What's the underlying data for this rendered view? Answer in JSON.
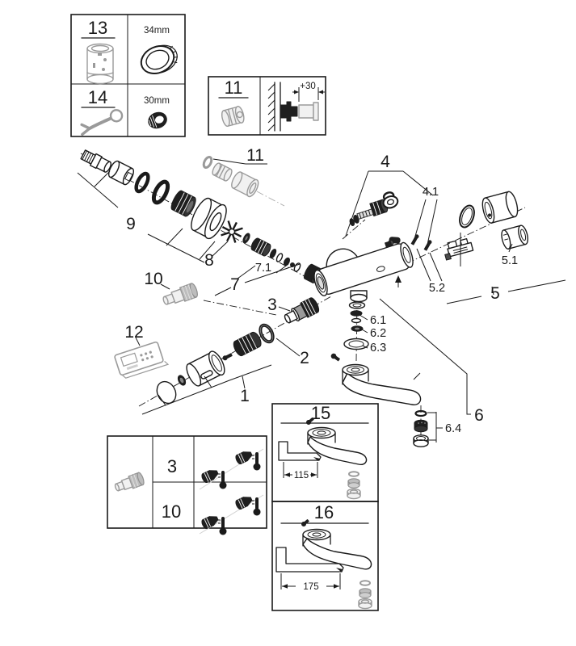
{
  "document": {
    "kind": "exploded-parts-diagram",
    "background": "#ffffff",
    "line_color": "#1a1a1a",
    "gray_part_color": "#9a9a9a"
  },
  "callouts": {
    "c1": "1",
    "c2": "2",
    "c3": "3",
    "c4": "4",
    "c4_1": "4.1",
    "c5": "5",
    "c5_1": "5.1",
    "c5_2": "5.2",
    "c6": "6",
    "c6_1": "6.1",
    "c6_2": "6.2",
    "c6_3": "6.3",
    "c6_4": "6.4",
    "c7": "7",
    "c7_1": "7.1",
    "c8": "8",
    "c9": "9",
    "c10": "10",
    "c11": "11",
    "c12": "12"
  },
  "insets": {
    "tools_box": {
      "part_13": "13",
      "part_13_size": "34mm",
      "part_14": "14",
      "part_14_size": "30mm"
    },
    "extension_box": {
      "part_11": "11",
      "dimension": "+30"
    },
    "check_valve_box": {
      "row_1": "3",
      "row_2": "10"
    },
    "spout_box_15": {
      "part_15": "15",
      "length_mm": "115"
    },
    "spout_box_16": {
      "part_16": "16",
      "length_mm": "175"
    }
  }
}
